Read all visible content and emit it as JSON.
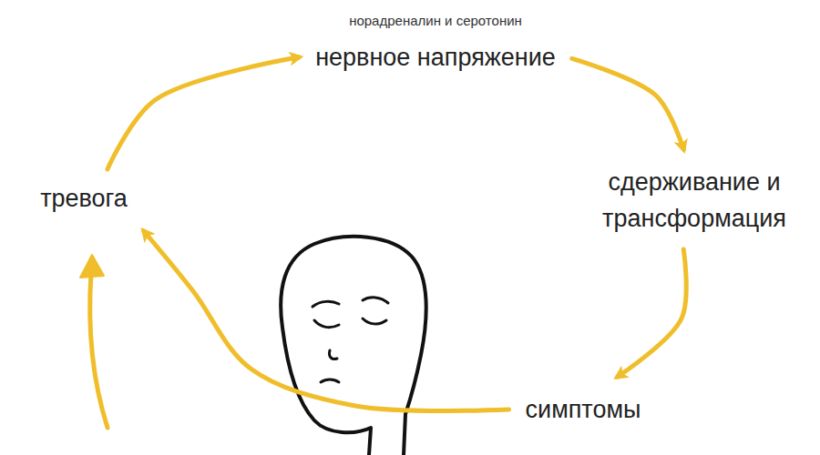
{
  "diagram": {
    "nodes": [
      {
        "text": [
          "норадреналин и серотонин",
          "нервное напряжение"
        ]
      },
      {
        "text": [
          "сдерживание и трансформация"
        ]
      },
      {
        "text": [
          "симптомы"
        ]
      },
      {
        "text": [
          "тревога"
        ]
      }
    ],
    "edges": [
      {
        "from": 3,
        "to": 0,
        "arrow": "to"
      },
      {
        "from": 0,
        "to": 1,
        "arrow": "to"
      },
      {
        "from": 1,
        "to": 2,
        "arrow": "to"
      },
      {
        "from": 2,
        "to": 3,
        "arrow": "to"
      }
    ]
  }
}
